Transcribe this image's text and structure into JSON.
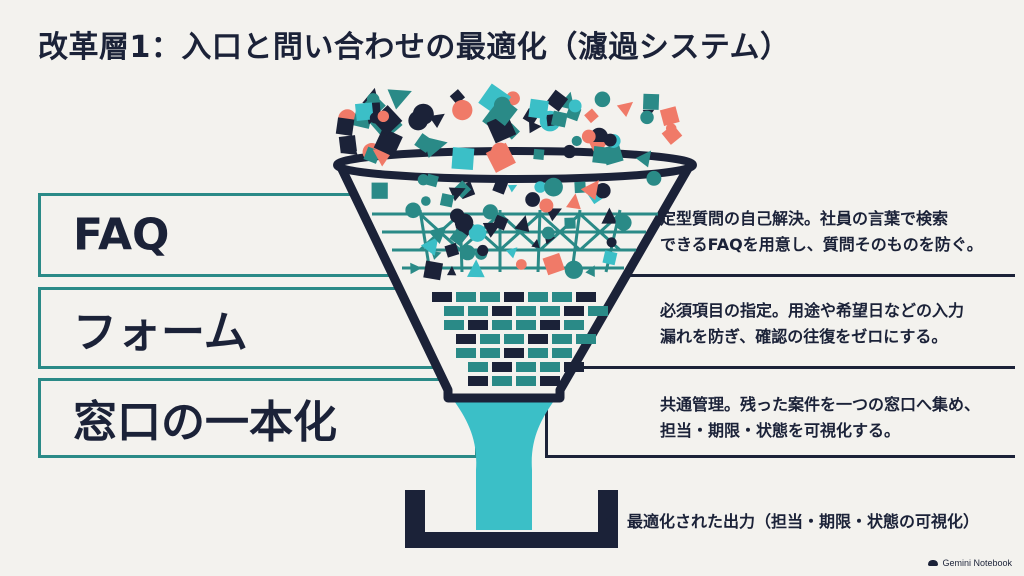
{
  "title": "改革層1：入口と問い合わせの最適化（濾過システム）",
  "layers": [
    {
      "label": "FAQ",
      "desc_line1": "定型質問の自己解決。社員の言葉で検索",
      "desc_line2": "できるFAQを用意し、質問そのものを防ぐ。"
    },
    {
      "label": "フォーム",
      "desc_line1": "必須項目の指定。用途や希望日などの入力",
      "desc_line2": "漏れを防ぎ、確認の往復をゼロにする。"
    },
    {
      "label": "窓口の一本化",
      "desc_line1": "共通管理。残った案件を一つの窓口へ集め、",
      "desc_line2": "担当・期限・状態を可視化する。"
    }
  ],
  "output_label": "最適化された出力（担当・期限・状態の可視化）",
  "brand": "Gemini Notebook",
  "colors": {
    "navy": "#1b2238",
    "teal": "#2a8a87",
    "cyan": "#3bbfc7",
    "coral": "#f07a68",
    "background": "#f3f2ee"
  }
}
